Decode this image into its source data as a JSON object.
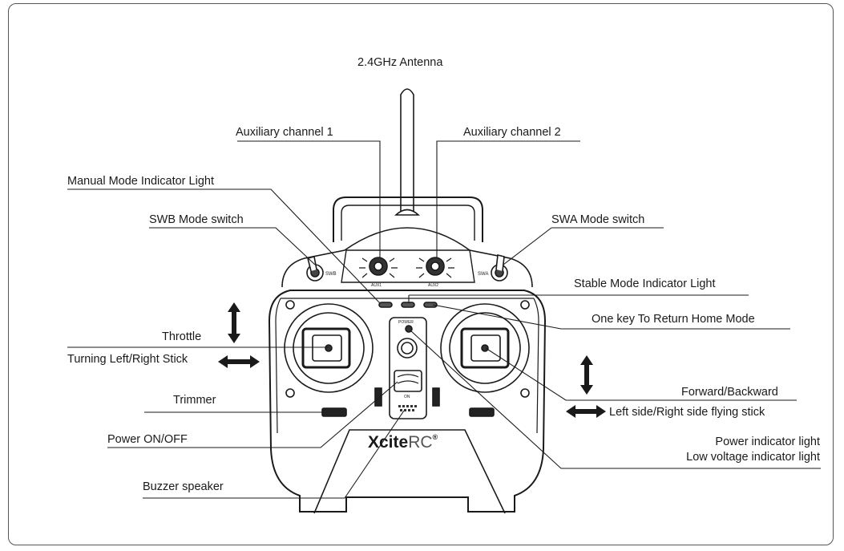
{
  "labels": {
    "antenna": "2.4GHz Antenna",
    "aux1": "Auxiliary channel 1",
    "aux2": "Auxiliary channel 2",
    "manual_light": "Manual Mode Indicator Light",
    "swb": "SWB Mode switch",
    "swa": "SWA Mode switch",
    "stable_light": "Stable Mode Indicator Light",
    "return_home": "One key To Return Home Mode",
    "throttle": "Throttle",
    "turning": "Turning Left/Right Stick",
    "forward": "Forward/Backward",
    "left_side": "Left side/Right side flying stick",
    "trimmer": "Trimmer",
    "power_onoff": "Power ON/OFF",
    "power_light": "Power indicator light",
    "low_voltage": "Low voltage indicator light",
    "buzzer": "Buzzer speaker"
  },
  "device": {
    "brand_bold": "Xcite",
    "brand_light": "RC",
    "brand_mark": "®",
    "aux1_knob": "AUX1",
    "aux2_knob": "AUX2",
    "swb_tag": "SWB",
    "swa_tag": "SWA",
    "power_tag": "POWER",
    "on_tag": "ON"
  },
  "colors": {
    "line": "#1a1a1a",
    "body": "#ffffff",
    "frame": "#555555"
  }
}
